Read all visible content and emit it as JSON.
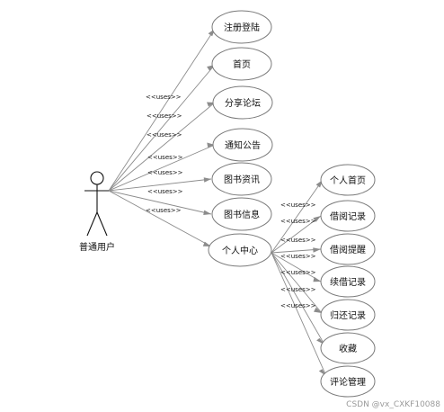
{
  "actor": {
    "label": "普通用户"
  },
  "stereotype": "<<uses>>",
  "left_stereotypes": [
    "<<uses>>",
    "<<uses>>",
    "<<uses>>",
    "<<uses>>",
    "<<uses>>",
    "<<uses>>",
    "<<uses>>"
  ],
  "right_stereotypes": [
    "<<uses>>",
    "<<uses>>",
    "<<uses>>",
    "<<uses>>",
    "<<uses>>",
    "<<uses>>",
    "<<uses>>"
  ],
  "main_use_cases": [
    "注册登陆",
    "首页",
    "分享论坛",
    "通知公告",
    "图书资讯",
    "图书信息",
    "个人中心"
  ],
  "sub_use_cases": [
    "个人首页",
    "借阅记录",
    "借阅提醒",
    "续借记录",
    "归还记录",
    "收藏",
    "评论管理"
  ],
  "watermark": "CSDN @vx_CXKF10088"
}
